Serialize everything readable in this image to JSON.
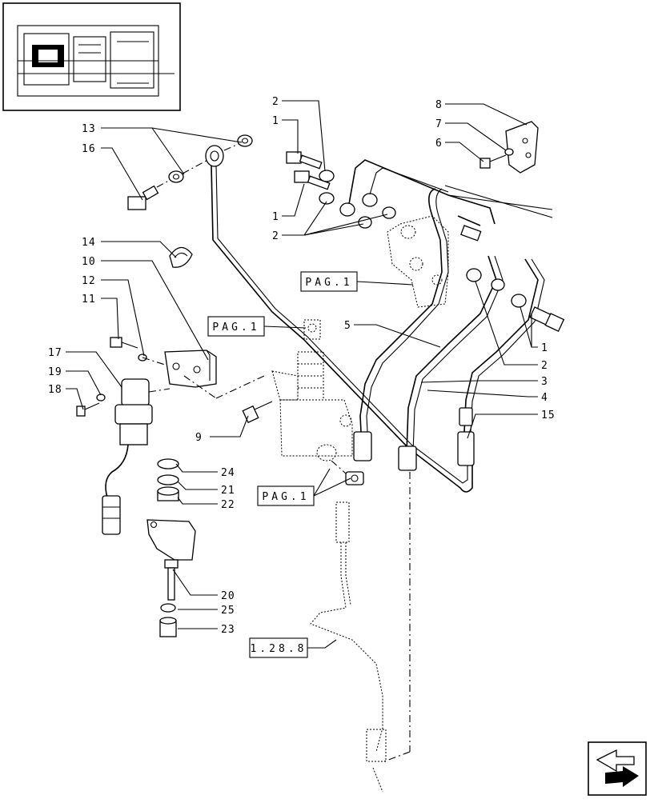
{
  "callouts": [
    {
      "id": "c13a",
      "label": "13"
    },
    {
      "id": "c16",
      "label": "16"
    },
    {
      "id": "c14",
      "label": "14"
    },
    {
      "id": "c10",
      "label": "10"
    },
    {
      "id": "c12",
      "label": "12"
    },
    {
      "id": "c11",
      "label": "11"
    },
    {
      "id": "c17",
      "label": "17"
    },
    {
      "id": "c19",
      "label": "19"
    },
    {
      "id": "c18",
      "label": "18"
    },
    {
      "id": "c9",
      "label": "9"
    },
    {
      "id": "c24",
      "label": "24"
    },
    {
      "id": "c21",
      "label": "21"
    },
    {
      "id": "c22",
      "label": "22"
    },
    {
      "id": "c20",
      "label": "20"
    },
    {
      "id": "c25",
      "label": "25"
    },
    {
      "id": "c23",
      "label": "23"
    },
    {
      "id": "c2a",
      "label": "2"
    },
    {
      "id": "c1a",
      "label": "1"
    },
    {
      "id": "c1b",
      "label": "1"
    },
    {
      "id": "c2b",
      "label": "2"
    },
    {
      "id": "c8",
      "label": "8"
    },
    {
      "id": "c7",
      "label": "7"
    },
    {
      "id": "c6",
      "label": "6"
    },
    {
      "id": "c5",
      "label": "5"
    },
    {
      "id": "c1c",
      "label": "1"
    },
    {
      "id": "c2c",
      "label": "2"
    },
    {
      "id": "c3",
      "label": "3"
    },
    {
      "id": "c4",
      "label": "4"
    },
    {
      "id": "c15",
      "label": "15"
    }
  ],
  "references": {
    "pag_right": "PAG.1",
    "pag_center": "PAG.1",
    "pag_bottom": "PAG.1",
    "ref_1288": "1.28.8"
  },
  "nav_icon": "next-page-arrow-icon"
}
